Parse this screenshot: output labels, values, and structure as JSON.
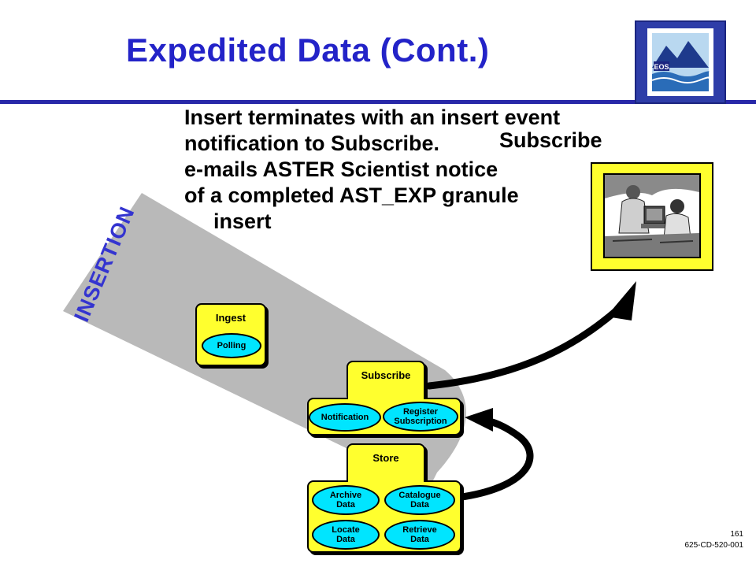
{
  "slide": {
    "title": "Expedited Data (Cont.)",
    "body_lines": [
      "Insert terminates with an insert event",
      "notification to Subscribe.",
      "e-mails ASTER Scientist notice",
      "of a completed AST_EXP granule",
      "insert"
    ],
    "subscribe_caption": "Subscribe",
    "band_label": "INSERTION",
    "page_number": "161",
    "doc_number": "625-CD-520-001",
    "logo_text": "EOS"
  },
  "modules": {
    "ingest": {
      "label": "Ingest",
      "ovals": [
        "Polling"
      ]
    },
    "subscribe": {
      "label": "Subscribe",
      "ovals": [
        "Notification",
        "Register\nSubscription"
      ]
    },
    "store": {
      "label": "Store",
      "ovals": [
        "Archive\nData",
        "Catalogue\nData",
        "Locate\nData",
        "Retrieve\nData"
      ]
    }
  },
  "colors": {
    "title": "#2323c8",
    "band": "#b9b9b9",
    "band_text": "#3434d0",
    "module_fill": "#ffff2e",
    "oval_fill": "#00e5ff"
  }
}
